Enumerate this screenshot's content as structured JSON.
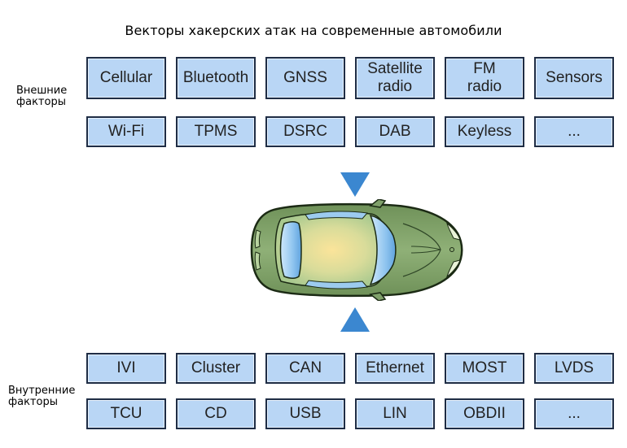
{
  "title": "Векторы хакерских атак на современные автомобили",
  "external": {
    "label_line1": "Внешние",
    "label_line2": "факторы",
    "row1": [
      "Cellular",
      "Bluetooth",
      "GNSS",
      "Satellite\nradio",
      "FM\nradio",
      "Sensors"
    ],
    "row2": [
      "Wi-Fi",
      "TPMS",
      "DSRC",
      "DAB",
      "Keyless",
      "..."
    ]
  },
  "internal": {
    "label_line1": "Внутренние",
    "label_line2": "факторы",
    "row1": [
      "IVI",
      "Cluster",
      "CAN",
      "Ethernet",
      "MOST",
      "LVDS"
    ],
    "row2": [
      "TCU",
      "CD",
      "USB",
      "LIN",
      "OBDII",
      "..."
    ]
  },
  "colors": {
    "box_fill": "#b9d6f5",
    "box_border": "#1f2d45",
    "arrow": "#3b87d0",
    "car_body": "#7fa06a",
    "car_glass": "#8fc4ef"
  }
}
